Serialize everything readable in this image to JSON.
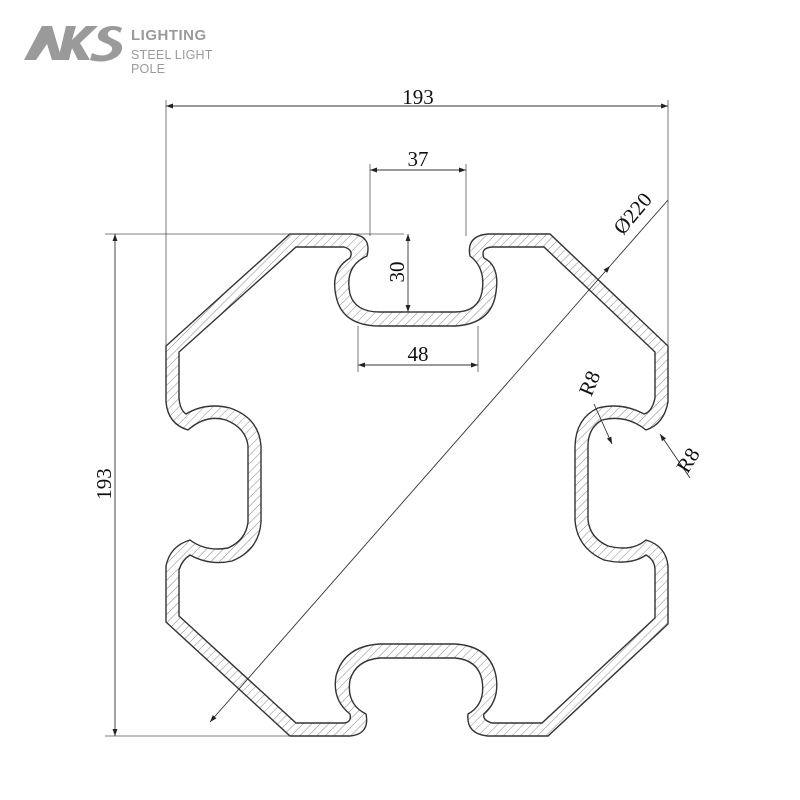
{
  "brand": {
    "logo_text": "AKS",
    "line1": "LIGHTING",
    "line2": "STEEL LIGHT POLE",
    "color": "#9a9a9a"
  },
  "dimensions": {
    "width": "193",
    "height": "193",
    "slot_opening": "37",
    "slot_depth": "30",
    "slot_inner_width": "48",
    "diameter": "Ø220",
    "radius_outer": "R8",
    "radius_inner": "R8"
  },
  "colors": {
    "outline": "#333333",
    "hatch": "#8a8a8a",
    "dim_line": "#444444"
  }
}
